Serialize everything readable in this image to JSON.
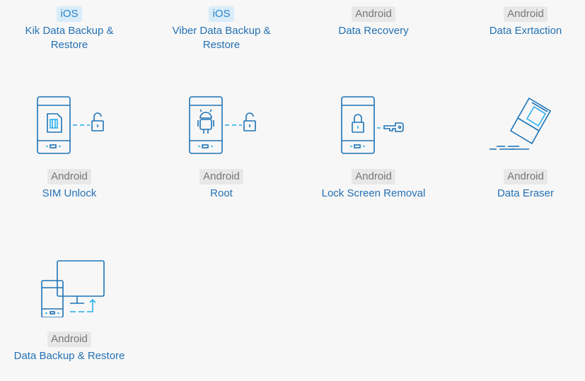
{
  "tiles": [
    {
      "platform": "iOS",
      "title": "Kik Data Backup & Restore"
    },
    {
      "platform": "iOS",
      "title": "Viber Data Backup & Restore"
    },
    {
      "platform": "Android",
      "title": "Data Recovery"
    },
    {
      "platform": "Android",
      "title": "Data Exrtaction"
    },
    {
      "platform": "Android",
      "title": "SIM Unlock"
    },
    {
      "platform": "Android",
      "title": "Root"
    },
    {
      "platform": "Android",
      "title": "Lock Screen Removal"
    },
    {
      "platform": "Android",
      "title": "Data Eraser"
    },
    {
      "platform": "Android",
      "title": "Data Backup & Restore"
    }
  ],
  "colors": {
    "icon_dark": "#1e73b6",
    "icon_light": "#2ab0ee",
    "title": "#2471b4",
    "ios_badge_bg": "#d9ecf9",
    "android_badge_bg": "#e8e8e8"
  }
}
